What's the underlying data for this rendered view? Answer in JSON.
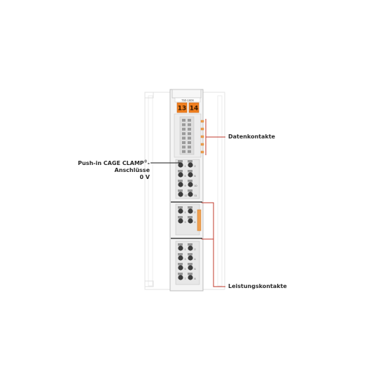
{
  "module": {
    "part_number": "750-1606",
    "marker_left": "13",
    "marker_right": "14"
  },
  "terminal_numbers": {
    "block1_left": [
      "1",
      "5",
      "9",
      "12"
    ],
    "block1_right": [
      "2",
      "6",
      "10",
      "11"
    ],
    "block2_left": [
      "1",
      "3"
    ],
    "block2_right": [
      "2",
      "4"
    ],
    "block3_left": [
      "1",
      "3",
      "5",
      "7"
    ],
    "block3_right": [
      "2",
      "4",
      "6",
      "8"
    ]
  },
  "labels": {
    "push_in_line1": "Push-in CAGE CLAMP",
    "push_in_reg": "®",
    "push_in_line1_suffix": "-",
    "push_in_line2": "Anschlüsse",
    "push_in_line3": "0 V",
    "data_contacts": "Datenkontakte",
    "power_contacts": "Leistungskontakte"
  },
  "colors": {
    "housing_outline": "#bdbdbd",
    "housing_fill": "#f2f2f2",
    "marker_orange": "#f07f1f",
    "leader_red": "#c0392b",
    "leader_black": "#1a1a1a",
    "terminal_dark": "#3c3c3c"
  }
}
